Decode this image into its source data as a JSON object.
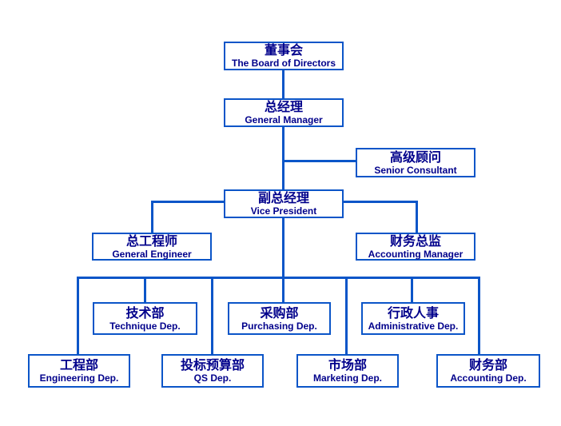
{
  "diagram": {
    "type": "org-chart",
    "colors": {
      "line": "#0b55c8",
      "box_border": "#0b55c8",
      "text": "#00008b",
      "background": "#ffffff"
    },
    "nodes": [
      {
        "id": "board-of-directors",
        "zh": "董事会",
        "en": "The Board of Directors"
      },
      {
        "id": "general-manager",
        "zh": "总经理",
        "en": "General Manager"
      },
      {
        "id": "senior-consultant",
        "zh": "高级顾问",
        "en": "Senior Consultant"
      },
      {
        "id": "vice-president",
        "zh": "副总经理",
        "en": "Vice President"
      },
      {
        "id": "general-engineer",
        "zh": "总工程师",
        "en": "General Engineer"
      },
      {
        "id": "accounting-manager",
        "zh": "财务总监",
        "en": "Accounting Manager"
      },
      {
        "id": "technique-dep",
        "zh": "技术部",
        "en": "Technique Dep."
      },
      {
        "id": "purchasing-dep",
        "zh": "采购部",
        "en": "Purchasing Dep."
      },
      {
        "id": "administrative-dep",
        "zh": "行政人事",
        "en": "Administrative Dep."
      },
      {
        "id": "engineering-dep",
        "zh": "工程部",
        "en": "Engineering Dep."
      },
      {
        "id": "qs-dep",
        "zh": "投标预算部",
        "en": "QS Dep."
      },
      {
        "id": "marketing-dep",
        "zh": "市场部",
        "en": "Marketing Dep."
      },
      {
        "id": "accounting-dep",
        "zh": "财务部",
        "en": "Accounting Dep."
      }
    ],
    "edges": [
      {
        "from": "board-of-directors",
        "to": "general-manager"
      },
      {
        "from": "general-manager",
        "to": "senior-consultant"
      },
      {
        "from": "general-manager",
        "to": "vice-president"
      },
      {
        "from": "vice-president",
        "to": "general-engineer"
      },
      {
        "from": "vice-president",
        "to": "accounting-manager"
      },
      {
        "from": "vice-president",
        "to": "engineering-dep"
      },
      {
        "from": "vice-president",
        "to": "technique-dep"
      },
      {
        "from": "vice-president",
        "to": "qs-dep"
      },
      {
        "from": "vice-president",
        "to": "purchasing-dep"
      },
      {
        "from": "vice-president",
        "to": "marketing-dep"
      },
      {
        "from": "vice-president",
        "to": "administrative-dep"
      },
      {
        "from": "vice-president",
        "to": "accounting-dep"
      }
    ]
  }
}
